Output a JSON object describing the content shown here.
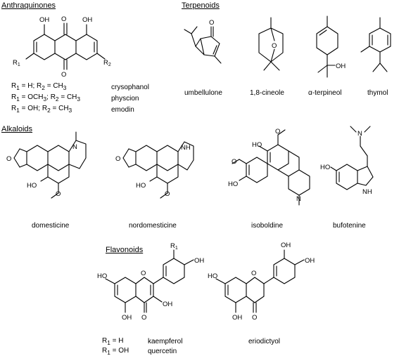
{
  "headings": {
    "anthraquinones": "Anthraquinones",
    "terpenoids": "Terpenoids",
    "alkaloids": "Alkaloids",
    "flavonoids": "Flavonoids"
  },
  "anthraquinones": [
    {
      "sub": "R1 = H; R2 = CH3",
      "name": "crysophanol"
    },
    {
      "sub": "R1 = OCH3; R2 = CH3",
      "name": "physcion"
    },
    {
      "sub": "R1 = OH; R2 = CH3",
      "name": "emodin"
    }
  ],
  "terpenoids": [
    "umbellulone",
    "1,8-cineole",
    "α-terpineol",
    "thymol"
  ],
  "alkaloids": [
    "domesticine",
    "nordomesticine",
    "isoboldine",
    "bufotenine"
  ],
  "flavonoids": {
    "kaempferol_sub": "R1 = H",
    "kaempferol": "kaempferol",
    "quercetin_sub": "R1 = OH",
    "quercetin": "quercetin",
    "eriodictyol": "eriodictyol"
  },
  "atoms": {
    "OH": "OH",
    "O": "O",
    "N": "N",
    "NH": "NH",
    "HO": "HO",
    "H": "H",
    "R1": "R1",
    "R2": "R2"
  }
}
